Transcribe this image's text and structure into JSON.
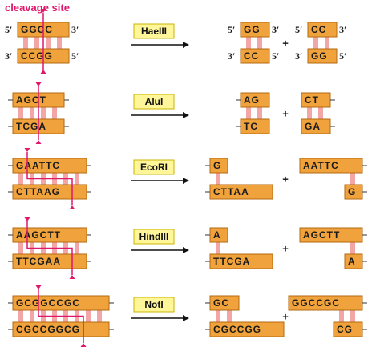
{
  "colors": {
    "strand_fill": "#f0a23c",
    "strand_stroke": "#b36a10",
    "rung": "#f2a6a6",
    "cut_line": "#e0186c",
    "label_box": "#fff69a",
    "label_box_stroke": "#c9b400"
  },
  "caption": "cleavage site",
  "prime_label": "′",
  "plus": "+",
  "rows": [
    {
      "enzyme": "HaeIII",
      "top": "GGCC",
      "bottom": "CCGG",
      "ends": {
        "top_left": "5",
        "top_right": "3",
        "bottom_left": "3",
        "bottom_right": "5"
      },
      "product_left": {
        "top": "GG",
        "bottom": "CC",
        "ends": [
          "5",
          "3",
          "3",
          "5"
        ]
      },
      "product_right": {
        "top": "CC",
        "bottom": "GG",
        "ends": [
          "5",
          "3",
          "3",
          "5"
        ]
      }
    },
    {
      "enzyme": "AluI",
      "top": "AGCT",
      "bottom": "TCGA",
      "product_left": {
        "top": "AG",
        "bottom": "TC"
      },
      "product_right": {
        "top": "CT",
        "bottom": "GA"
      }
    },
    {
      "enzyme": "EcoRI",
      "top": "GAATTC",
      "bottom": "CTTAAG",
      "product_left": {
        "top": "G",
        "bottom": "CTTAA"
      },
      "product_right": {
        "top": "AATTC",
        "bottom": "G"
      }
    },
    {
      "enzyme": "HindIII",
      "top": "AAGCTT",
      "bottom": "TTCGAA",
      "product_left": {
        "top": "A",
        "bottom": "TTCGA"
      },
      "product_right": {
        "top": "AGCTT",
        "bottom": "A"
      }
    },
    {
      "enzyme": "NotI",
      "top": "GCGGCCGC",
      "bottom": "CGCCGGCG",
      "product_left": {
        "top": "GC",
        "bottom": "CGCCGG"
      },
      "product_right": {
        "top": "GGCCGC",
        "bottom": "CG"
      }
    }
  ]
}
